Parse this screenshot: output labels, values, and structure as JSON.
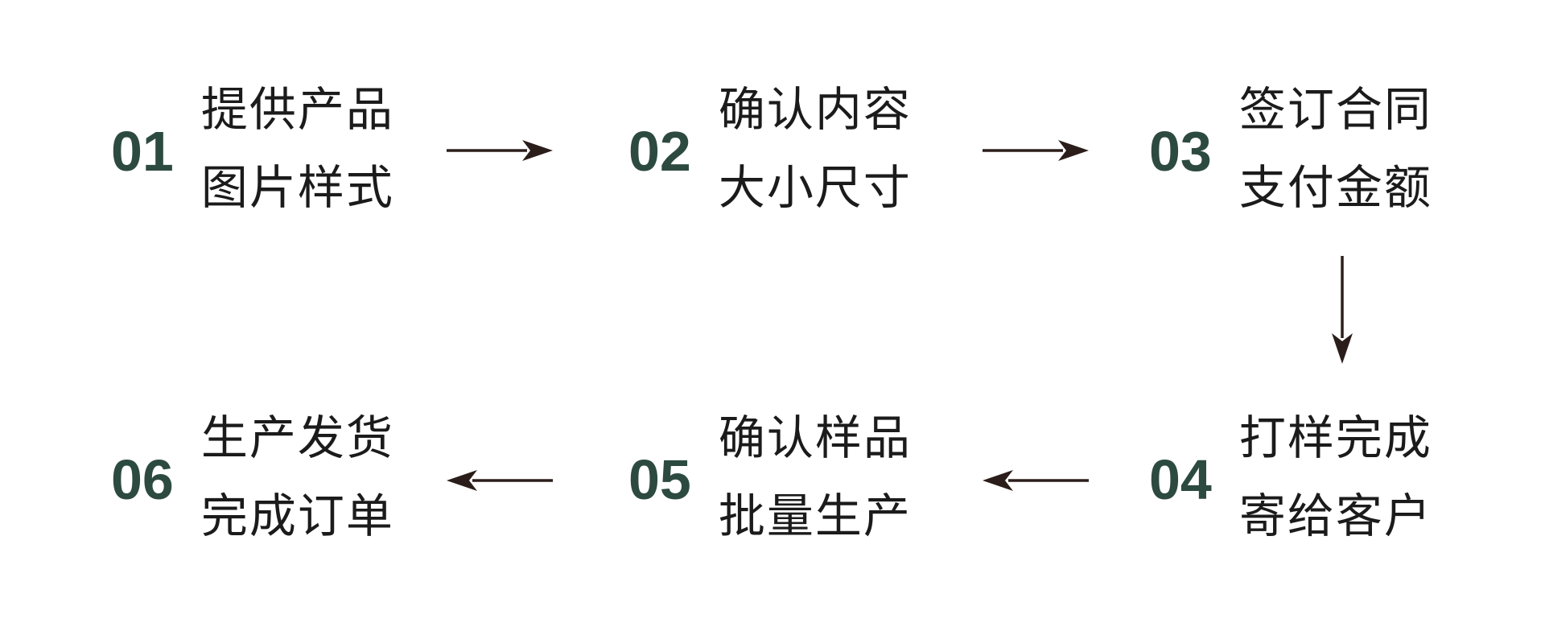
{
  "page": {
    "background": "#ffffff"
  },
  "colors": {
    "step_number": "#2d4a41",
    "step_text": "#1b1b1b",
    "arrow": "#2b1e1a"
  },
  "flowchart": {
    "type": "process-flow",
    "steps": [
      {
        "number": "01",
        "lines": [
          "提供产品",
          "图片样式"
        ]
      },
      {
        "number": "02",
        "lines": [
          "确认内容",
          "大小尺寸"
        ]
      },
      {
        "number": "03",
        "lines": [
          "签订合同",
          "支付金额"
        ]
      },
      {
        "number": "04",
        "lines": [
          "打样完成",
          "寄给客户"
        ]
      },
      {
        "number": "05",
        "lines": [
          "确认样品",
          "批量生产"
        ]
      },
      {
        "number": "06",
        "lines": [
          "生产发货",
          "完成订单"
        ]
      }
    ],
    "arrows": [
      {
        "from": "01",
        "to": "02",
        "direction": "right"
      },
      {
        "from": "02",
        "to": "03",
        "direction": "right"
      },
      {
        "from": "03",
        "to": "04",
        "direction": "down"
      },
      {
        "from": "04",
        "to": "05",
        "direction": "left"
      },
      {
        "from": "05",
        "to": "06",
        "direction": "left"
      }
    ]
  }
}
